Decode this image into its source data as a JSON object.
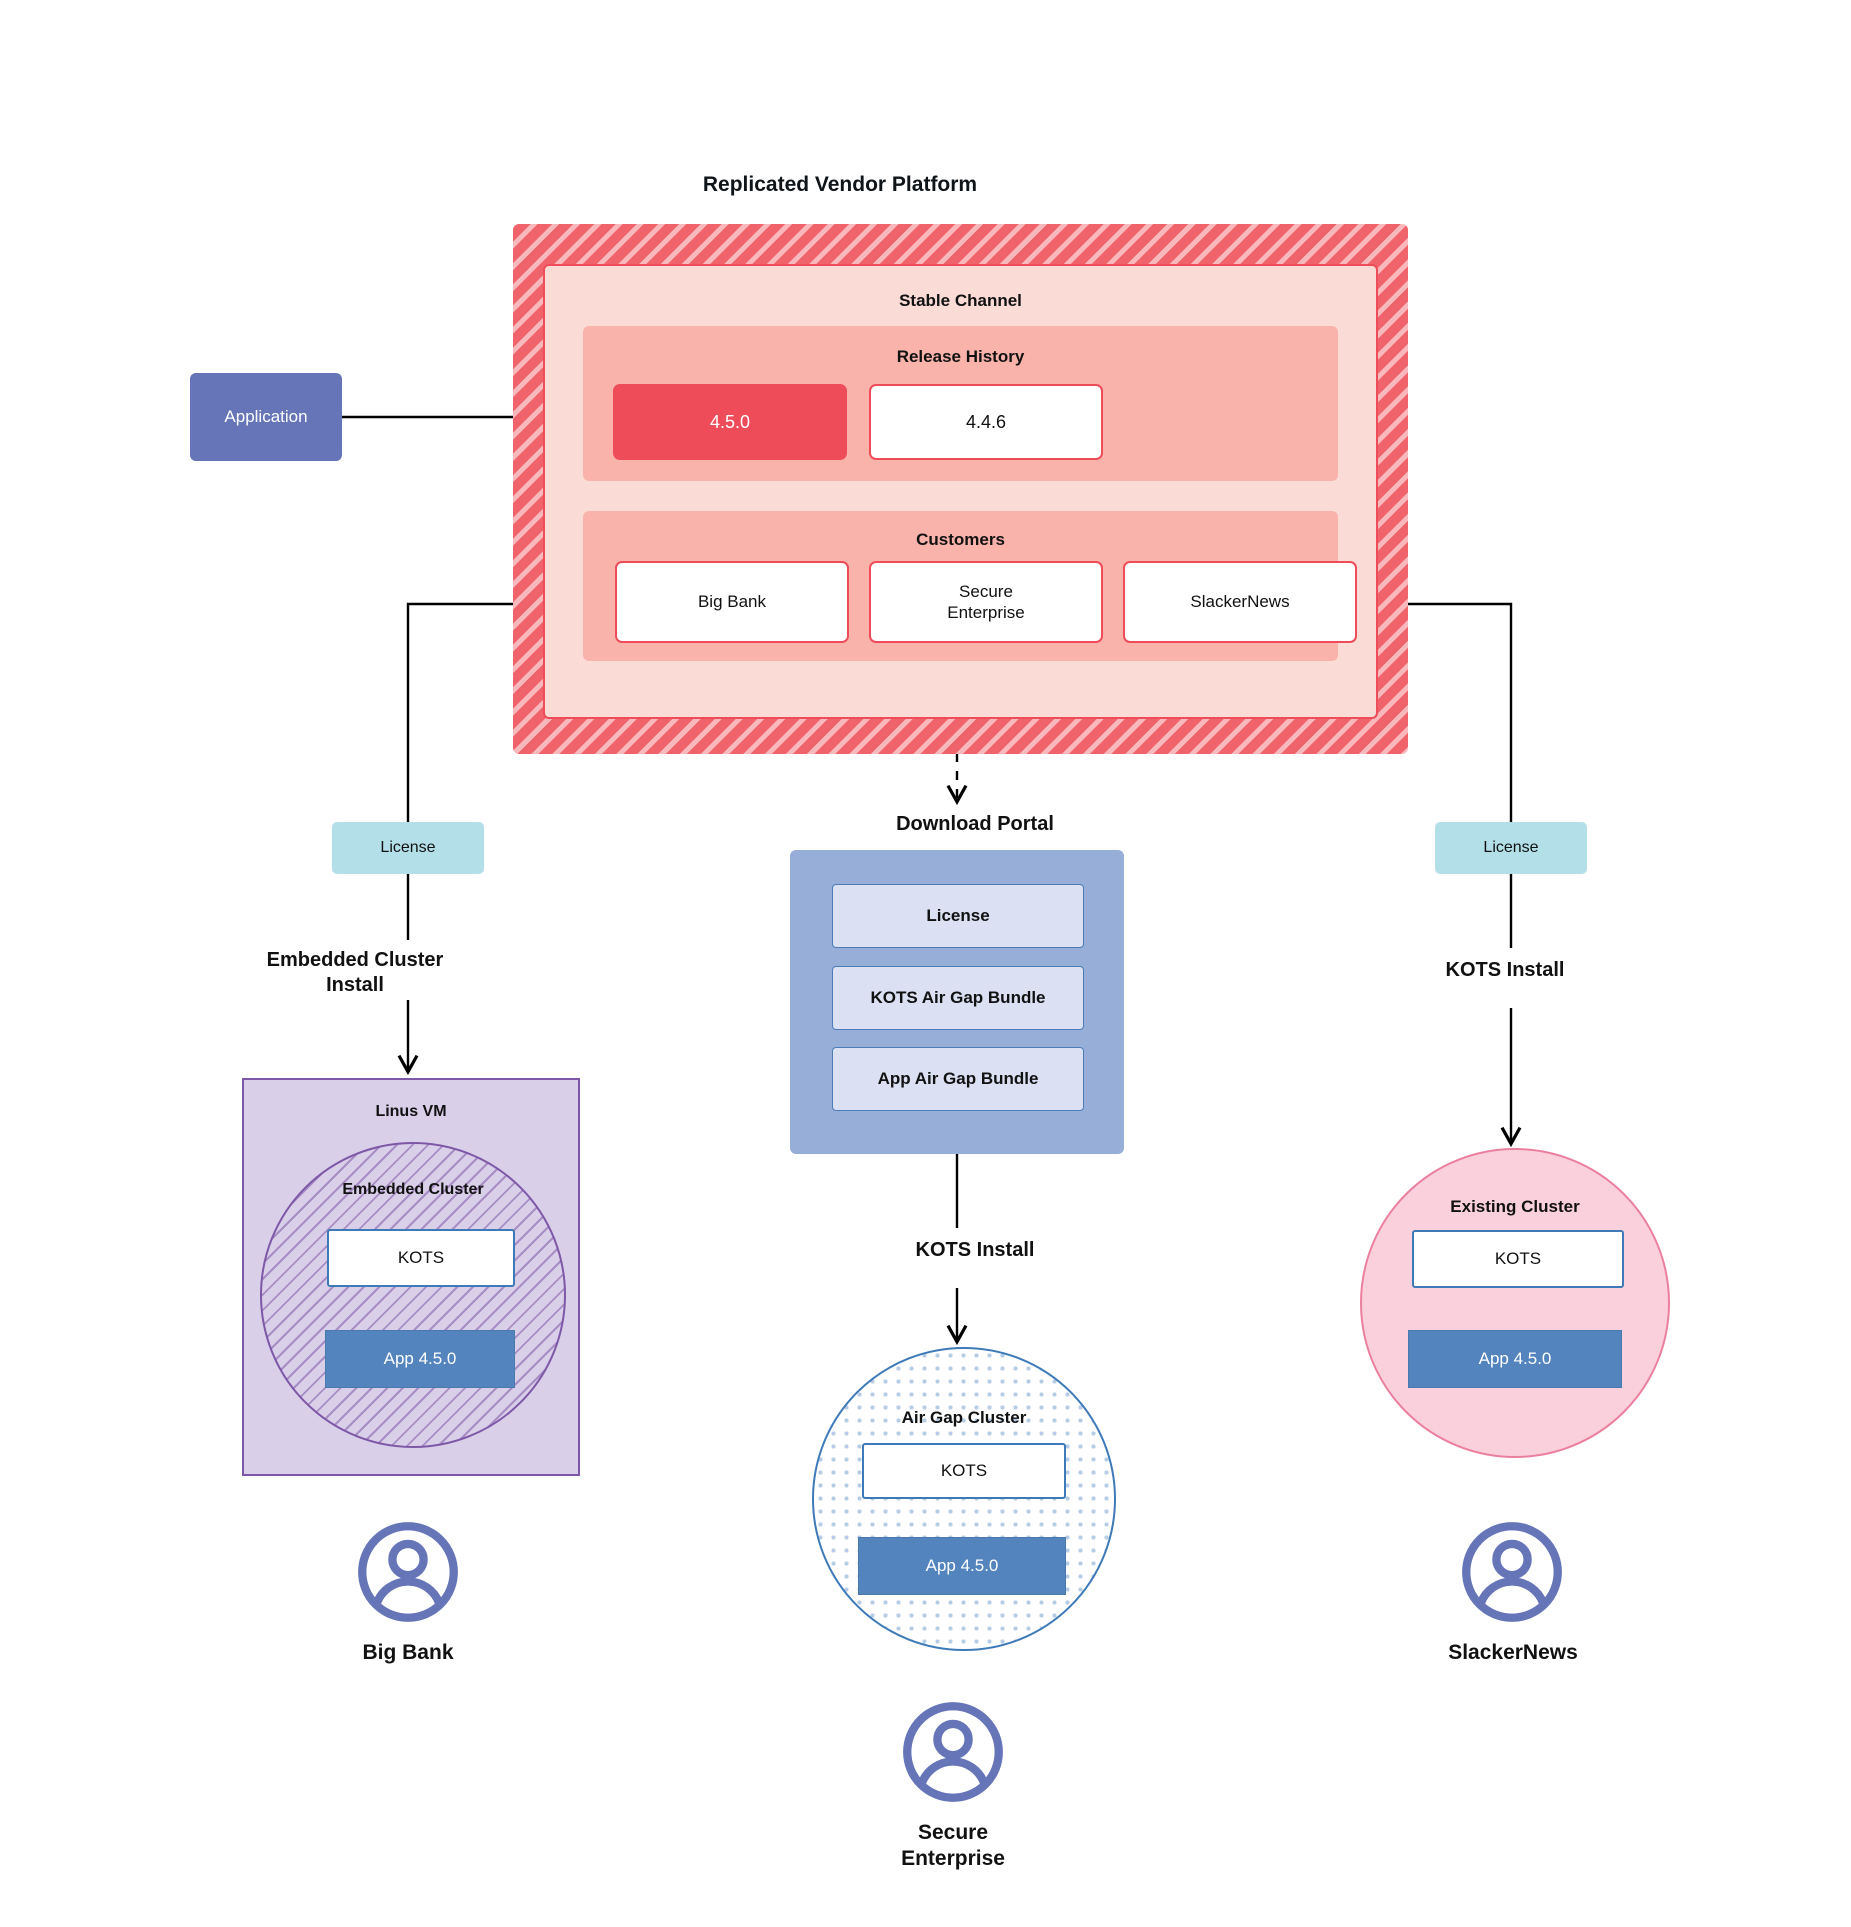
{
  "platform": {
    "title": "Replicated Vendor Platform",
    "channel_title": "Stable Channel",
    "release_history": {
      "title": "Release History",
      "releases": [
        {
          "version": "4.5.0",
          "state": "current"
        },
        {
          "version": "4.4.6",
          "state": "past"
        }
      ]
    },
    "customers": {
      "title": "Customers",
      "items": [
        {
          "name": "Big Bank"
        },
        {
          "name": "Secure\nEnterprise"
        },
        {
          "name": "SlackerNews"
        }
      ]
    }
  },
  "application": {
    "label": "Application"
  },
  "licenses": {
    "left_label": "License",
    "right_label": "License"
  },
  "install_labels": {
    "embedded": "Embedded Cluster\nInstall",
    "kots_right": "KOTS Install",
    "kots_center": "KOTS Install"
  },
  "download_portal": {
    "title": "Download  Portal",
    "items": [
      {
        "label": "License"
      },
      {
        "label": "KOTS Air Gap Bundle"
      },
      {
        "label": "App Air Gap Bundle"
      }
    ]
  },
  "linux_vm": {
    "title": "Linus VM",
    "cluster_title": "Embedded Cluster",
    "kots_label": "KOTS",
    "app_label": "App 4.5.0"
  },
  "airgap_cluster": {
    "title": "Air Gap Cluster",
    "kots_label": "KOTS",
    "app_label": "App 4.5.0"
  },
  "existing_cluster": {
    "title": "Existing Cluster",
    "kots_label": "KOTS",
    "app_label": "App 4.5.0"
  },
  "end_users": [
    {
      "name": "Big Bank"
    },
    {
      "name": "Secure\nEnterprise"
    },
    {
      "name": "SlackerNews"
    }
  ],
  "colors": {
    "platform_hatch": "#f1636b",
    "channel_bg": "#fbdbd6",
    "section_bg": "#f9b3ab",
    "release_current": "#ee4c59",
    "application": "#6575b8",
    "license": "#b3e0e8",
    "portal": "#96aed8",
    "portal_item": "#dbe1f3",
    "vm_purple": "#7e57a6",
    "vm_fill": "#d9cfe9",
    "existing_pink": "#fbd0dd",
    "kots_border": "#3f7ab8",
    "app_blue": "#5384bd",
    "avatar": "#6575b8"
  }
}
